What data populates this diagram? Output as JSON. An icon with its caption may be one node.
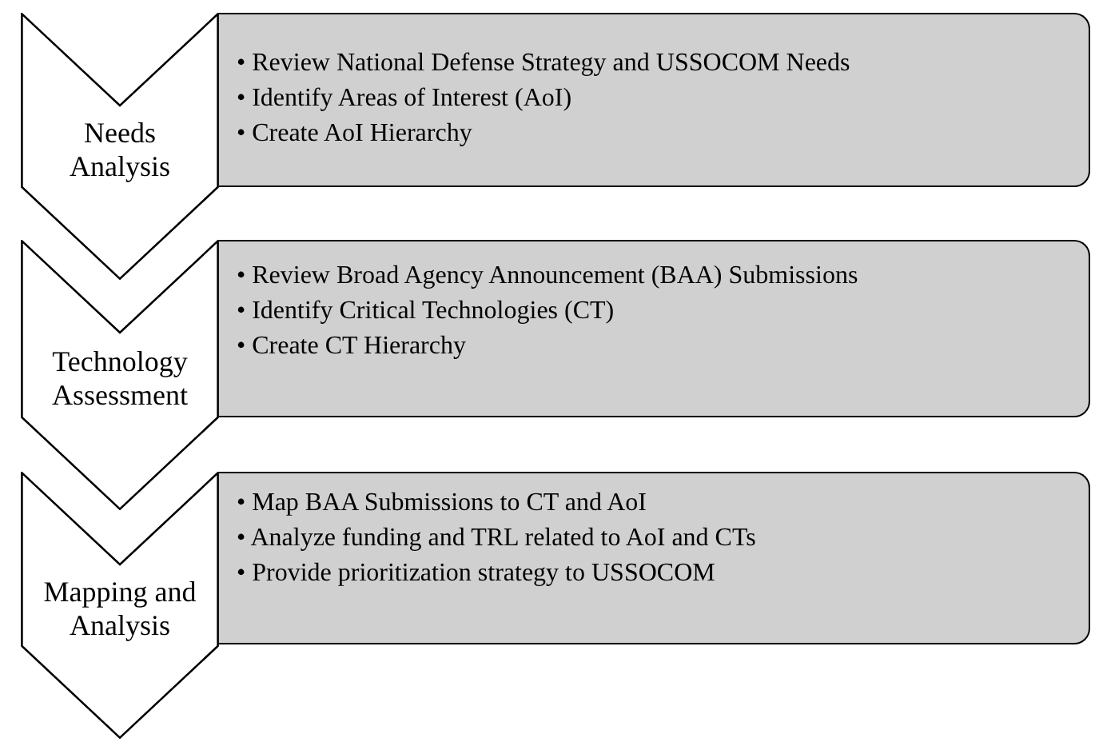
{
  "diagram": {
    "nodes": [
      {
        "text": [
          "Needs Analysis"
        ]
      },
      {
        "text": [
          "• Review National Defense Strategy and USSOCOM Needs",
          "• Identify Areas of Interest (AoI)",
          "• Create AoI Hierarchy"
        ]
      },
      {
        "text": [
          "Technology Assessment"
        ]
      },
      {
        "text": [
          "• Review Broad Agency Announcement (BAA) Submissions",
          "• Identify Critical Technologies (CT)",
          "• Create CT Hierarchy"
        ]
      },
      {
        "text": [
          "Mapping and Analysis"
        ]
      },
      {
        "text": [
          "• Map BAA Submissions to CT and AoI",
          "• Analyze funding and TRL related to AoI and CTs",
          "• Provide prioritization strategy to USSOCOM"
        ]
      }
    ],
    "edges": []
  }
}
